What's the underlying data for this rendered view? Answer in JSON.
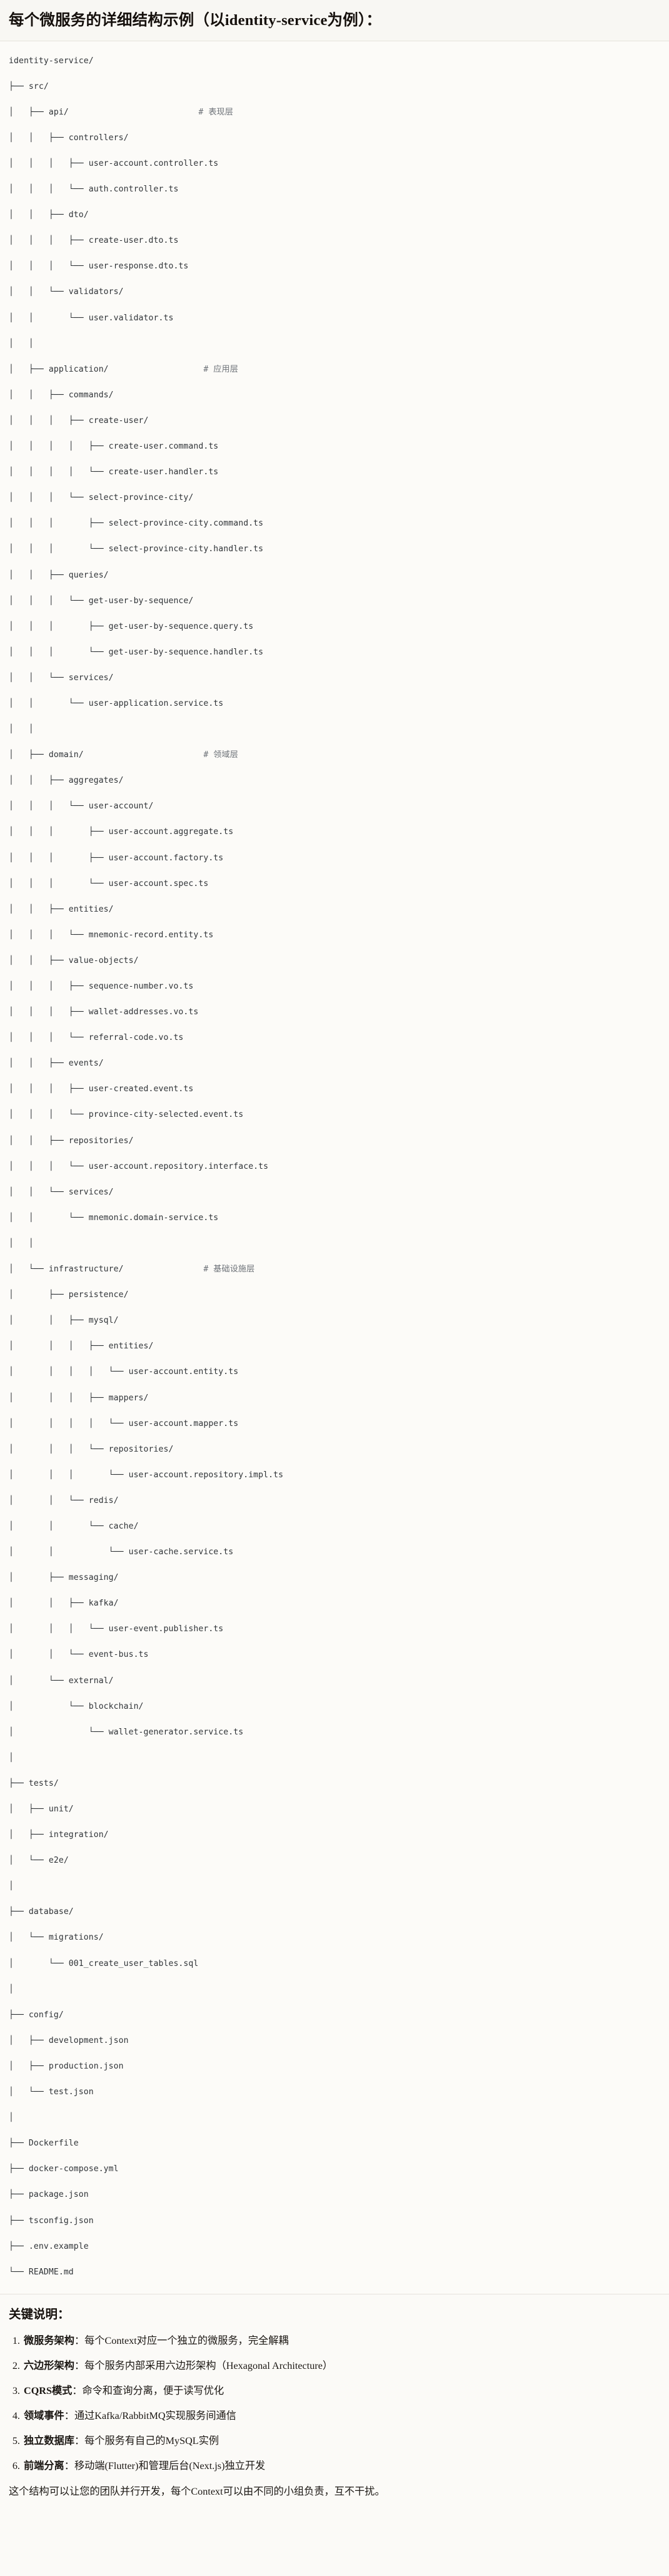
{
  "header": {
    "title": "每个微服务的详细结构示例（以identity-service为例）："
  },
  "tree": {
    "root_label": "identity-service/",
    "comments": {
      "api": "# 表现层",
      "application": "# 应用层",
      "domain": "# 领域层",
      "infrastructure": "# 基础设施层"
    },
    "lines": [
      "identity-service/",
      "├── src/",
      "│   ├── api/                          # 表现层",
      "│   │   ├── controllers/",
      "│   │   │   ├── user-account.controller.ts",
      "│   │   │   └── auth.controller.ts",
      "│   │   ├── dto/",
      "│   │   │   ├── create-user.dto.ts",
      "│   │   │   └── user-response.dto.ts",
      "│   │   └── validators/",
      "│   │       └── user.validator.ts",
      "│   │",
      "│   ├── application/                   # 应用层",
      "│   │   ├── commands/",
      "│   │   │   ├── create-user/",
      "│   │   │   │   ├── create-user.command.ts",
      "│   │   │   │   └── create-user.handler.ts",
      "│   │   │   └── select-province-city/",
      "│   │   │       ├── select-province-city.command.ts",
      "│   │   │       └── select-province-city.handler.ts",
      "│   │   ├── queries/",
      "│   │   │   └── get-user-by-sequence/",
      "│   │   │       ├── get-user-by-sequence.query.ts",
      "│   │   │       └── get-user-by-sequence.handler.ts",
      "│   │   └── services/",
      "│   │       └── user-application.service.ts",
      "│   │",
      "│   ├── domain/                        # 领域层",
      "│   │   ├── aggregates/",
      "│   │   │   └── user-account/",
      "│   │   │       ├── user-account.aggregate.ts",
      "│   │   │       ├── user-account.factory.ts",
      "│   │   │       └── user-account.spec.ts",
      "│   │   ├── entities/",
      "│   │   │   └── mnemonic-record.entity.ts",
      "│   │   ├── value-objects/",
      "│   │   │   ├── sequence-number.vo.ts",
      "│   │   │   ├── wallet-addresses.vo.ts",
      "│   │   │   └── referral-code.vo.ts",
      "│   │   ├── events/",
      "│   │   │   ├── user-created.event.ts",
      "│   │   │   └── province-city-selected.event.ts",
      "│   │   ├── repositories/",
      "│   │   │   └── user-account.repository.interface.ts",
      "│   │   └── services/",
      "│   │       └── mnemonic.domain-service.ts",
      "│   │",
      "│   └── infrastructure/                # 基础设施层",
      "│       ├── persistence/",
      "│       │   ├── mysql/",
      "│       │   │   ├── entities/",
      "│       │   │   │   └── user-account.entity.ts",
      "│       │   │   ├── mappers/",
      "│       │   │   │   └── user-account.mapper.ts",
      "│       │   │   └── repositories/",
      "│       │   │       └── user-account.repository.impl.ts",
      "│       │   └── redis/",
      "│       │       └── cache/",
      "│       │           └── user-cache.service.ts",
      "│       ├── messaging/",
      "│       │   ├── kafka/",
      "│       │   │   └── user-event.publisher.ts",
      "│       │   └── event-bus.ts",
      "│       └── external/",
      "│           └── blockchain/",
      "│               └── wallet-generator.service.ts",
      "│",
      "├── tests/",
      "│   ├── unit/",
      "│   ├── integration/",
      "│   └── e2e/",
      "│",
      "├── database/",
      "│   └── migrations/",
      "│       └── 001_create_user_tables.sql",
      "│",
      "├── config/",
      "│   ├── development.json",
      "│   ├── production.json",
      "│   └── test.json",
      "│",
      "├── Dockerfile",
      "├── docker-compose.yml",
      "├── package.json",
      "├── tsconfig.json",
      "├── .env.example",
      "└── README.md"
    ]
  },
  "notes": {
    "title": "关键说明：",
    "items": [
      {
        "term": "微服务架构",
        "sep": "：",
        "desc": "每个Context对应一个独立的微服务，完全解耦"
      },
      {
        "term": "六边形架构",
        "sep": "：",
        "desc": "每个服务内部采用六边形架构（Hexagonal Architecture）"
      },
      {
        "term": "CQRS模式",
        "sep": "：",
        "desc": "命令和查询分离，便于读写优化"
      },
      {
        "term": "领域事件",
        "sep": "：",
        "desc": "通过Kafka/RabbitMQ实现服务间通信"
      },
      {
        "term": "独立数据库",
        "sep": "：",
        "desc": "每个服务有自己的MySQL实例"
      },
      {
        "term": "前端分离",
        "sep": "：",
        "desc": "移动端(Flutter)和管理后台(Next.js)独立开发"
      }
    ],
    "closing": "这个结构可以让您的团队并行开发，每个Context可以由不同的小组负责，互不干扰。"
  },
  "colors": {
    "page_bg": "#fbfaf7",
    "header_bg": "#f8f7f3",
    "code_bg": "#fcfbf8",
    "divider": "#e6e3dc",
    "text": "#1a1a1a",
    "code_text": "#2f3337",
    "comment_text": "#6d7278"
  }
}
